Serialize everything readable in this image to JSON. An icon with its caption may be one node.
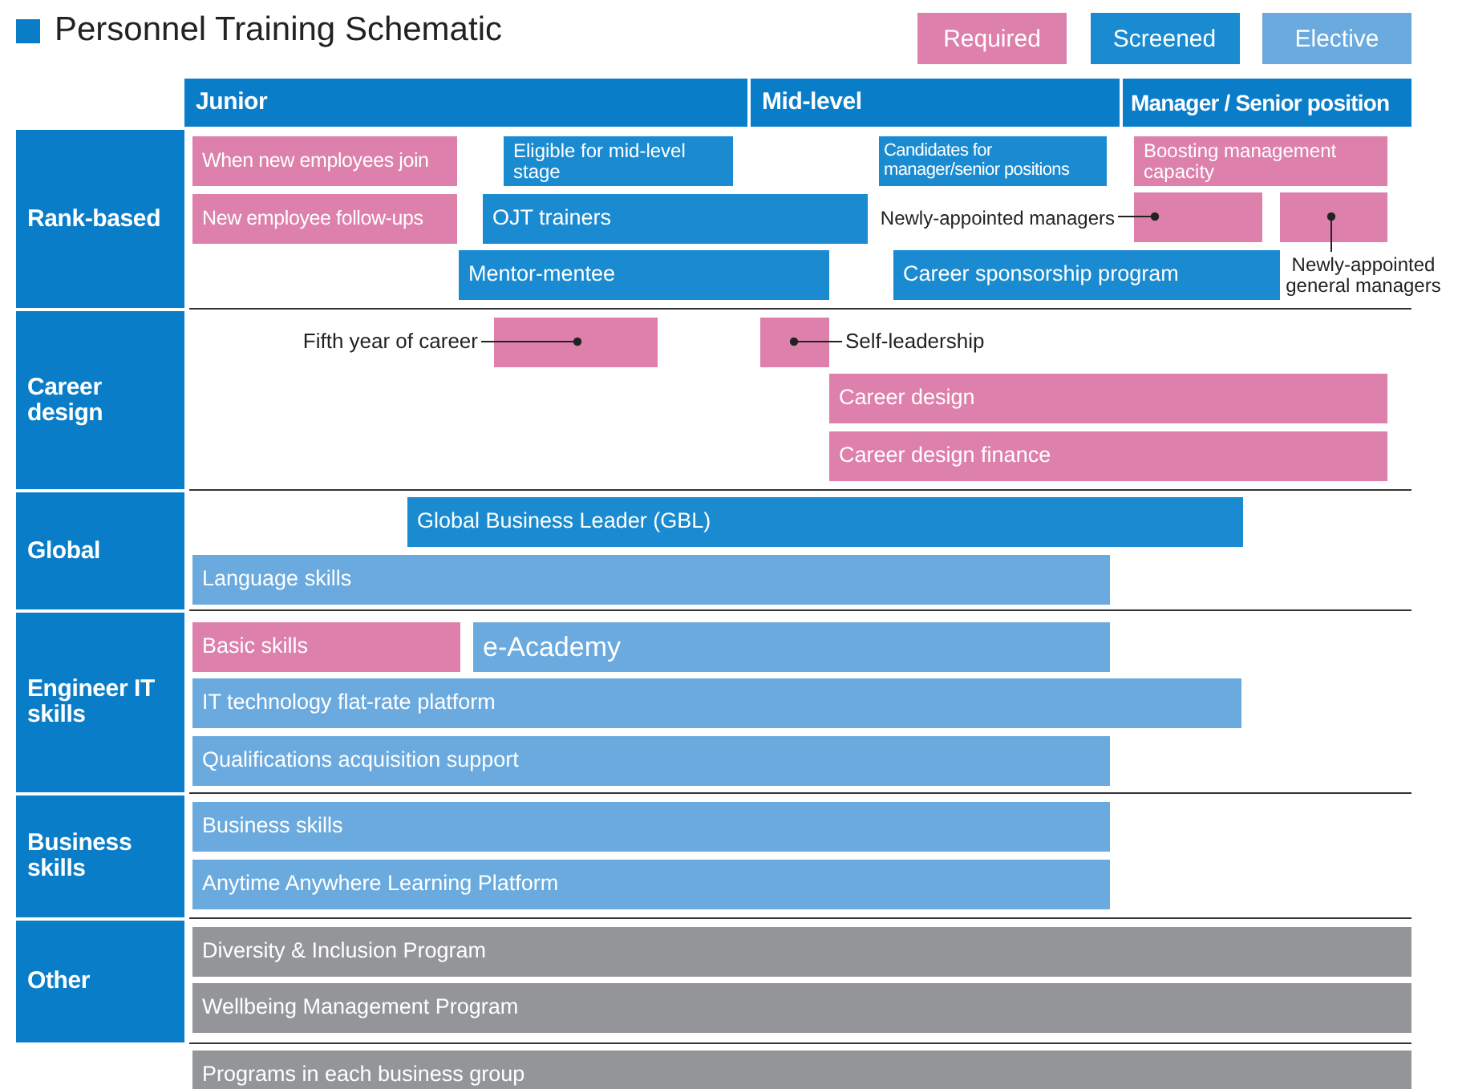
{
  "diagram": {
    "title": "Personnel Training Schematic",
    "nodes": [
      {
        "text": [
          "Junior"
        ]
      },
      {
        "text": [
          "Mid-level"
        ]
      },
      {
        "text": [
          "Manager / Senior position"
        ]
      },
      {
        "text": [
          "Rank-based"
        ]
      },
      {
        "text": [
          "When new employees join"
        ]
      },
      {
        "text": [
          "Eligible for mid-level stage"
        ]
      },
      {
        "text": [
          "Candidates for manager/senior positions"
        ]
      },
      {
        "text": [
          "Boosting management capacity"
        ]
      },
      {
        "text": [
          "New employee follow-ups"
        ]
      },
      {
        "text": [
          "OJT trainers"
        ]
      },
      {
        "text": [
          "Newly-appointed managers"
        ]
      },
      {
        "text": [],
        "shape": "bar"
      },
      {
        "text": [],
        "shape": "bar"
      },
      {
        "text": [
          "Newly-appointed general managers"
        ]
      },
      {
        "text": [
          "Mentor-mentee"
        ]
      },
      {
        "text": [
          "Career sponsorship program"
        ]
      },
      {
        "text": [
          "Career design"
        ]
      },
      {
        "text": [
          "Fifth year of career"
        ]
      },
      {
        "text": [],
        "shape": "bar"
      },
      {
        "text": [],
        "shape": "bar"
      },
      {
        "text": [
          "Self-leadership"
        ]
      },
      {
        "text": [
          "Career design"
        ]
      },
      {
        "text": [
          "Career design finance"
        ]
      },
      {
        "text": [
          "Global"
        ]
      },
      {
        "text": [
          "Global Business Leader (GBL)"
        ]
      },
      {
        "text": [
          "Language skills"
        ]
      },
      {
        "text": [
          "Engineer IT skills"
        ]
      },
      {
        "text": [
          "Basic skills"
        ]
      },
      {
        "text": [
          "e-Academy"
        ]
      },
      {
        "text": [
          "IT technology flat-rate platform"
        ]
      },
      {
        "text": [
          "Qualifications acquisition support"
        ]
      },
      {
        "text": [
          "Business skills"
        ]
      },
      {
        "text": [
          "Business skills"
        ]
      },
      {
        "text": [
          "Anytime Anywhere Learning Platform"
        ]
      },
      {
        "text": [
          "Other"
        ]
      },
      {
        "text": [
          "Diversity & Inclusion Program"
        ]
      },
      {
        "text": [
          "Wellbeing Management Program"
        ]
      },
      {
        "text": [
          "Programs in each business group"
        ]
      }
    ],
    "edges": [
      {
        "from": 10,
        "to": 11,
        "arrow": "other"
      },
      {
        "from": 13,
        "to": 12,
        "arrow": "other"
      },
      {
        "from": 17,
        "to": 18,
        "arrow": "other"
      },
      {
        "from": 20,
        "to": 19,
        "arrow": "other"
      }
    ],
    "legend": [
      {
        "text": "Required",
        "color": "#dd80ab"
      },
      {
        "text": "Screened",
        "color": "#1a8bd0"
      },
      {
        "text": "Elective",
        "color": "#6aaade"
      }
    ]
  }
}
